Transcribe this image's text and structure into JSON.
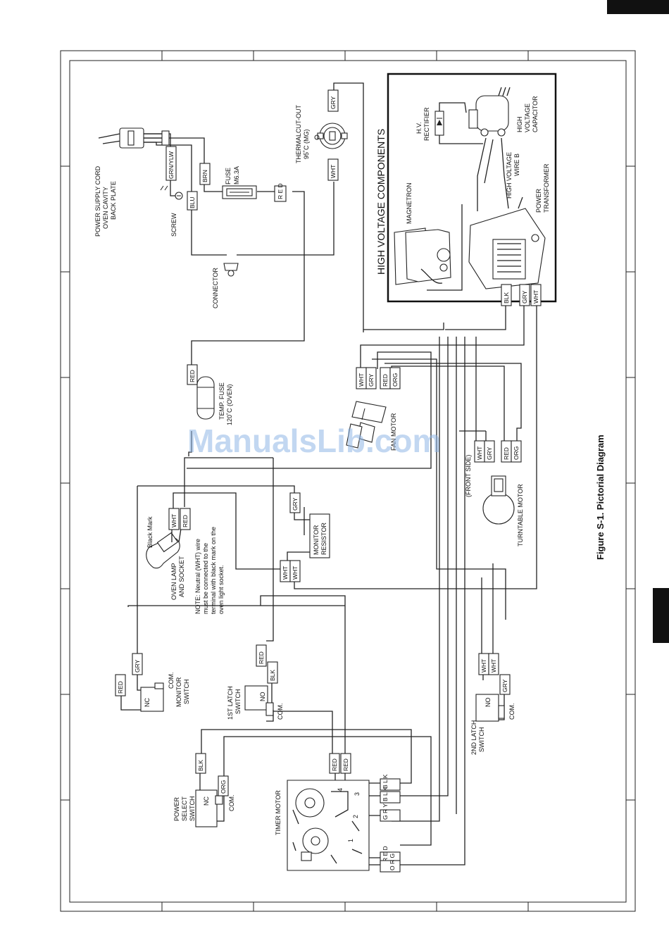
{
  "figure": {
    "title": "Figure S-1. Pictorial Diagram",
    "hv_title": "HIGH VOLTAGE COMPONENTS",
    "watermark": "ManualsLib.com"
  },
  "components": {
    "power_cord": "POWER SUPPLY CORD",
    "back_plate_1": "OVEN CAVITY",
    "back_plate_2": "BACK PLATE",
    "screw": "SCREW",
    "fuse_1": "FUSE",
    "fuse_2": "M6.3A",
    "connector": "CONNECTOR",
    "thermal_1": "THERMALCUT-OUT",
    "thermal_2": "95˚C (MG)",
    "temp_fuse_1": "TEMP. FUSE",
    "temp_fuse_2": "120˚C (OVEN)",
    "fan_motor": "FAN MOTOR",
    "magnetron": "MAGNETRON",
    "hv_rectifier_1": "H.V.",
    "hv_rectifier_2": "RECTIFIER",
    "hv_capacitor_1": "HIGH",
    "hv_capacitor_2": "VOLTAGE",
    "hv_capacitor_3": "CAPACITOR",
    "hv_wire_1": "HIGH VOLTAGE",
    "hv_wire_2": "WIRE B",
    "transformer_1": "POWER",
    "transformer_2": "TRANSFORMER",
    "front_side": "(FRONT SIDE)",
    "turntable": "TURNTABLE MOTOR",
    "black_mark": "Black Mark",
    "oven_lamp_1": "OVEN LAMP",
    "oven_lamp_2": "AND SOCKET",
    "note_1": "NOTE: Neutral (WHT) wire",
    "note_2": "must be connected to the",
    "note_3": "terminal with black mark on the",
    "note_4": "oven light socket.",
    "monitor_resistor_1": "MONITOR",
    "monitor_resistor_2": "RESISTOR",
    "monitor_switch_1": "MONITOR",
    "monitor_switch_2": "SWITCH",
    "latch1_1": "1ST LATCH",
    "latch1_2": "SWITCH",
    "latch2_1": "2ND LATCH",
    "latch2_2": "SWITCH",
    "power_select_1": "POWER",
    "power_select_2": "SELECT",
    "power_select_3": "SWITCH",
    "timer_motor": "TIMER MOTOR",
    "nc": "NC",
    "no": "NO",
    "com": "COM."
  },
  "wire_tags": {
    "grn_ylw": "GRN/YLW",
    "brn": "BRN",
    "blu": "BLU",
    "red": "RED",
    "red_v": "R E D",
    "gry": "GRY",
    "gry_v": "G R Y",
    "wht": "WHT",
    "blk": "BLK",
    "blk_v": "B L K",
    "org": "ORG",
    "org_v": "O R G"
  },
  "terminals": [
    "1",
    "2",
    "3",
    "4"
  ]
}
